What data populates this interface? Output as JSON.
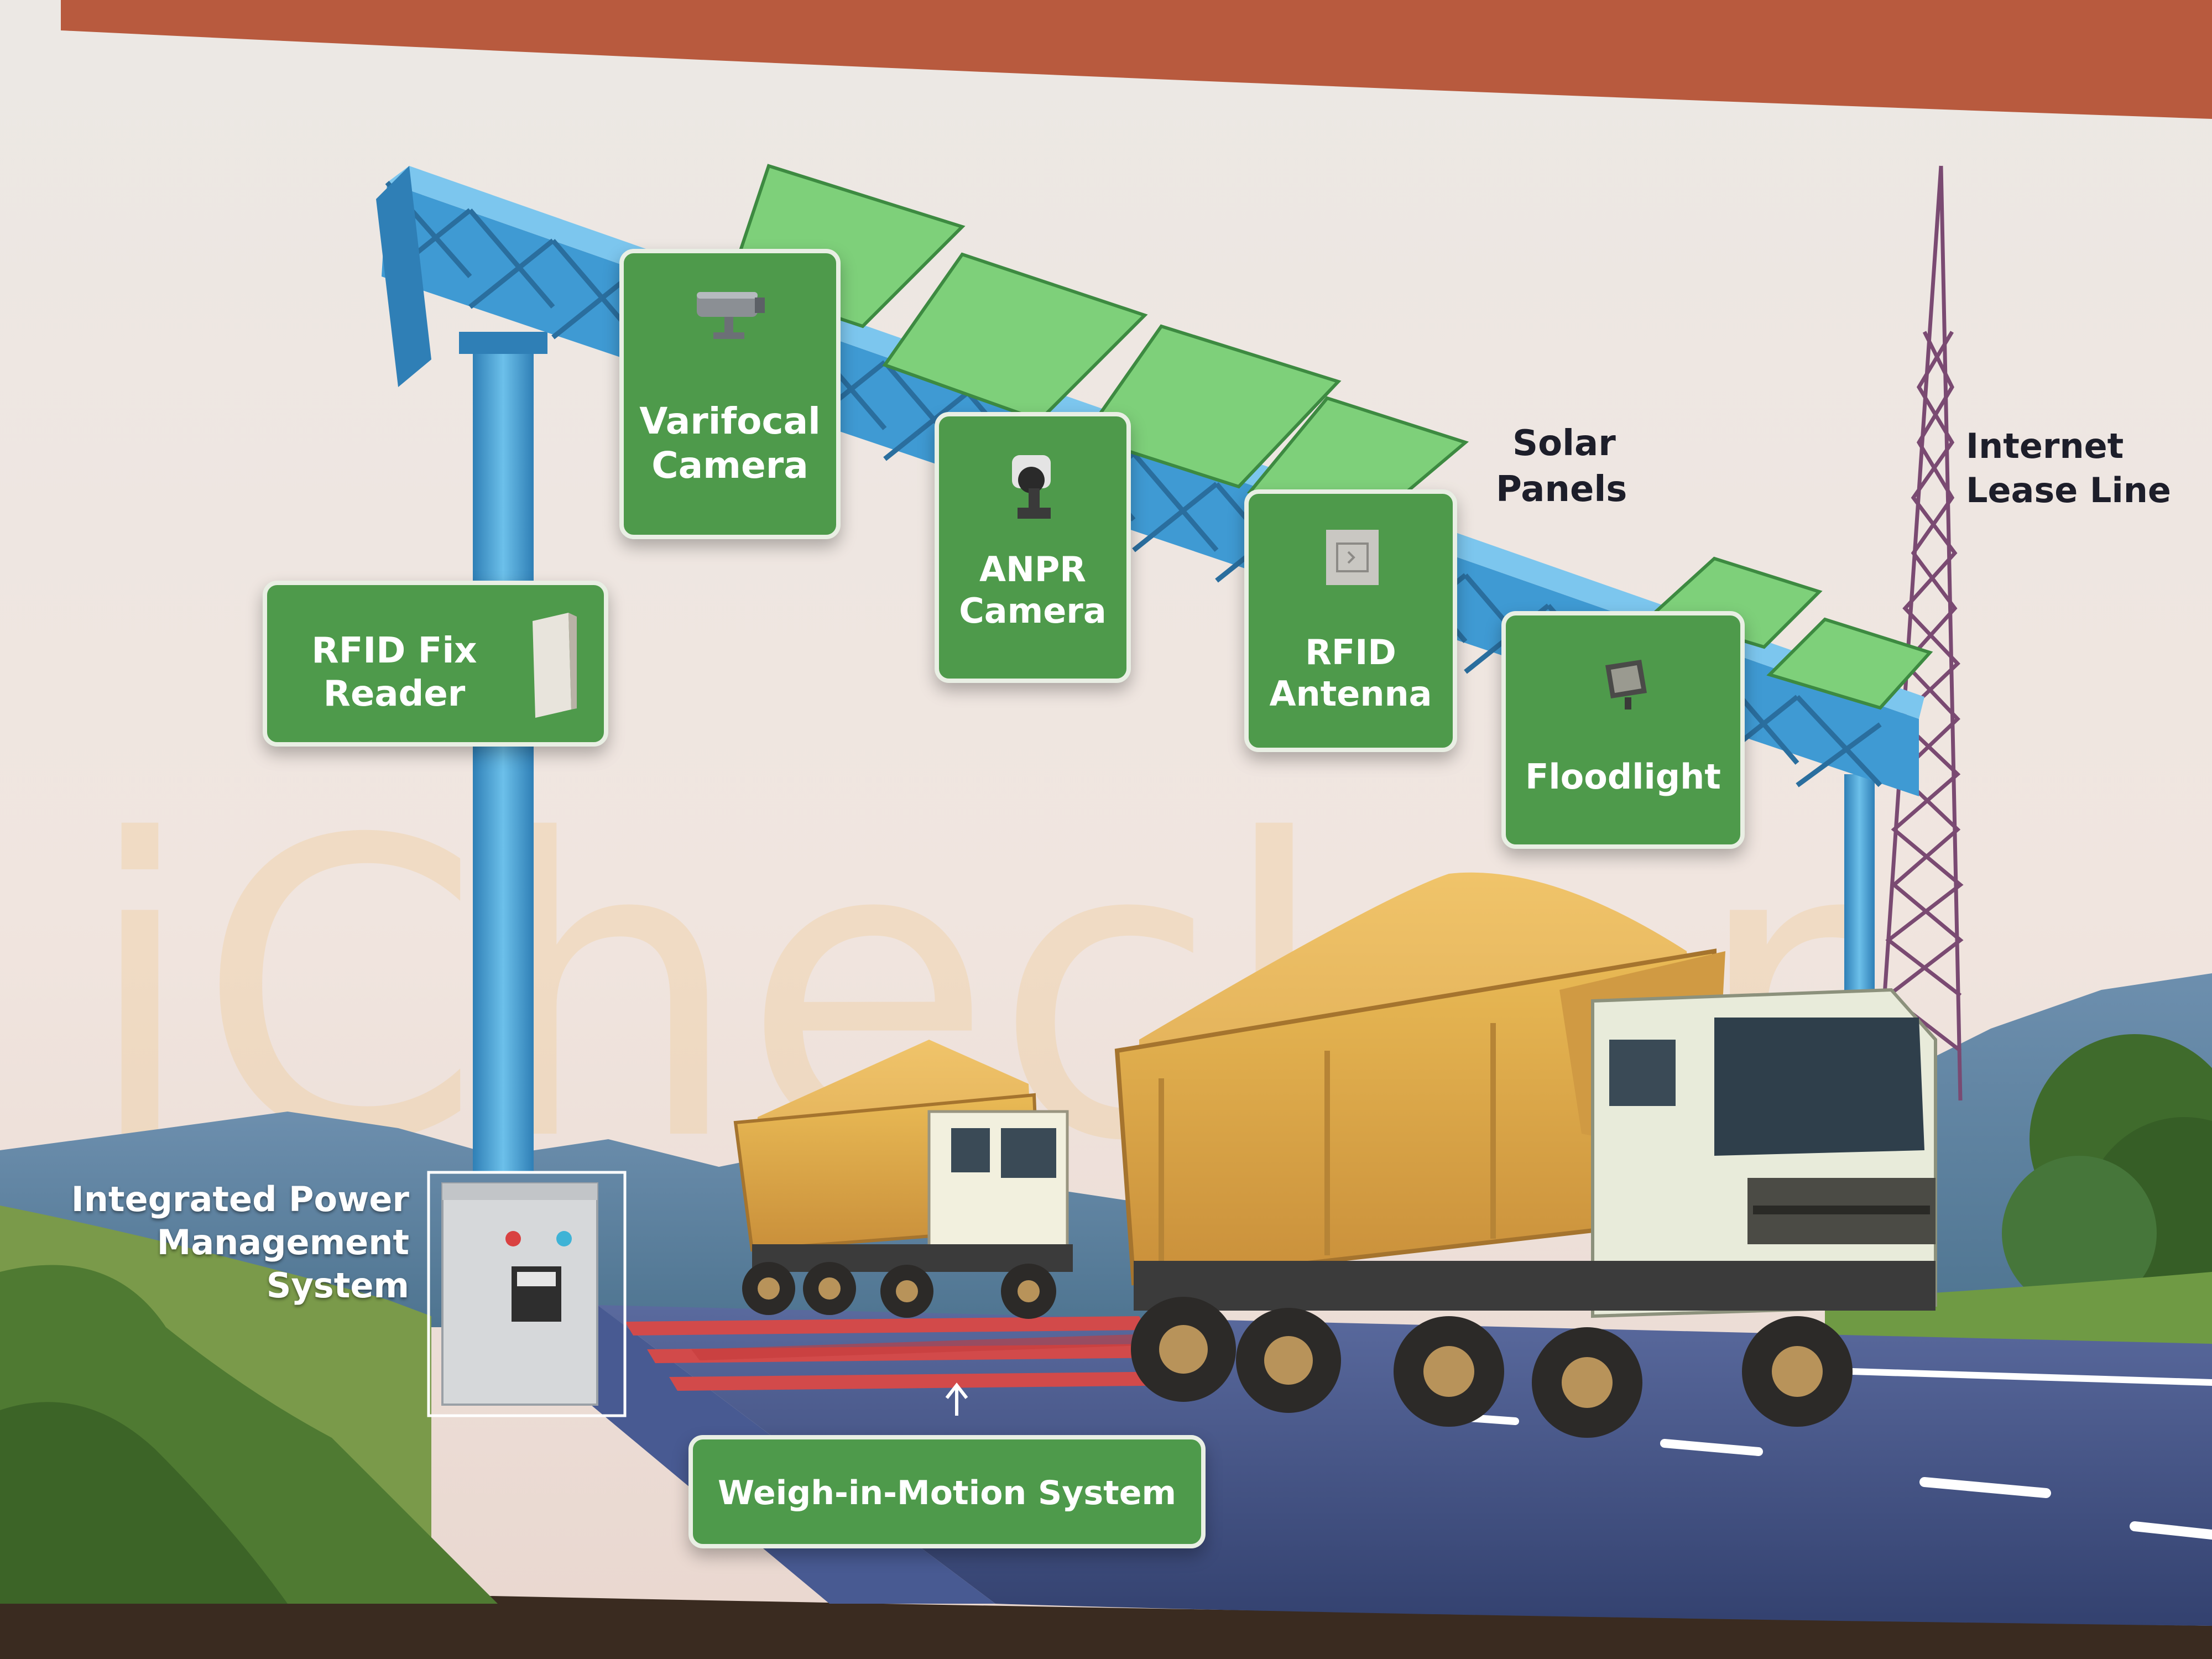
{
  "diagram": {
    "components": [
      {
        "id": "varifocal",
        "lines": [
          "Varifocal",
          "Camera"
        ],
        "icon": "cctv-camera-icon"
      },
      {
        "id": "anpr",
        "lines": [
          "ANPR",
          "Camera"
        ],
        "icon": "anpr-camera-icon"
      },
      {
        "id": "rfid_reader",
        "lines": [
          "RFID Fix",
          "Reader"
        ],
        "icon": "rfid-reader-icon"
      },
      {
        "id": "rfid_antenna",
        "lines": [
          "RFID",
          "Antenna"
        ],
        "icon": "rfid-antenna-icon"
      },
      {
        "id": "floodlight",
        "lines": [
          "Floodlight"
        ],
        "icon": "floodlight-icon"
      },
      {
        "id": "wim",
        "lines": [
          "Weigh-in-Motion System"
        ],
        "icon": ""
      }
    ],
    "labels": {
      "solar_panels": [
        "Solar",
        "Panels"
      ],
      "internet": [
        "Internet",
        "Lease Line"
      ],
      "power": [
        "Integrated Power",
        "Management",
        "System"
      ]
    },
    "watermark": "iChecker",
    "colors": {
      "card_green": "#4e9a4b",
      "banner_red": "#b85a3e",
      "gantry_blue": "#3f9ad3",
      "solar_green": "#7ed07a",
      "road_blue": "#3e4f8c",
      "truck_yellow": "#e6b44a"
    }
  }
}
